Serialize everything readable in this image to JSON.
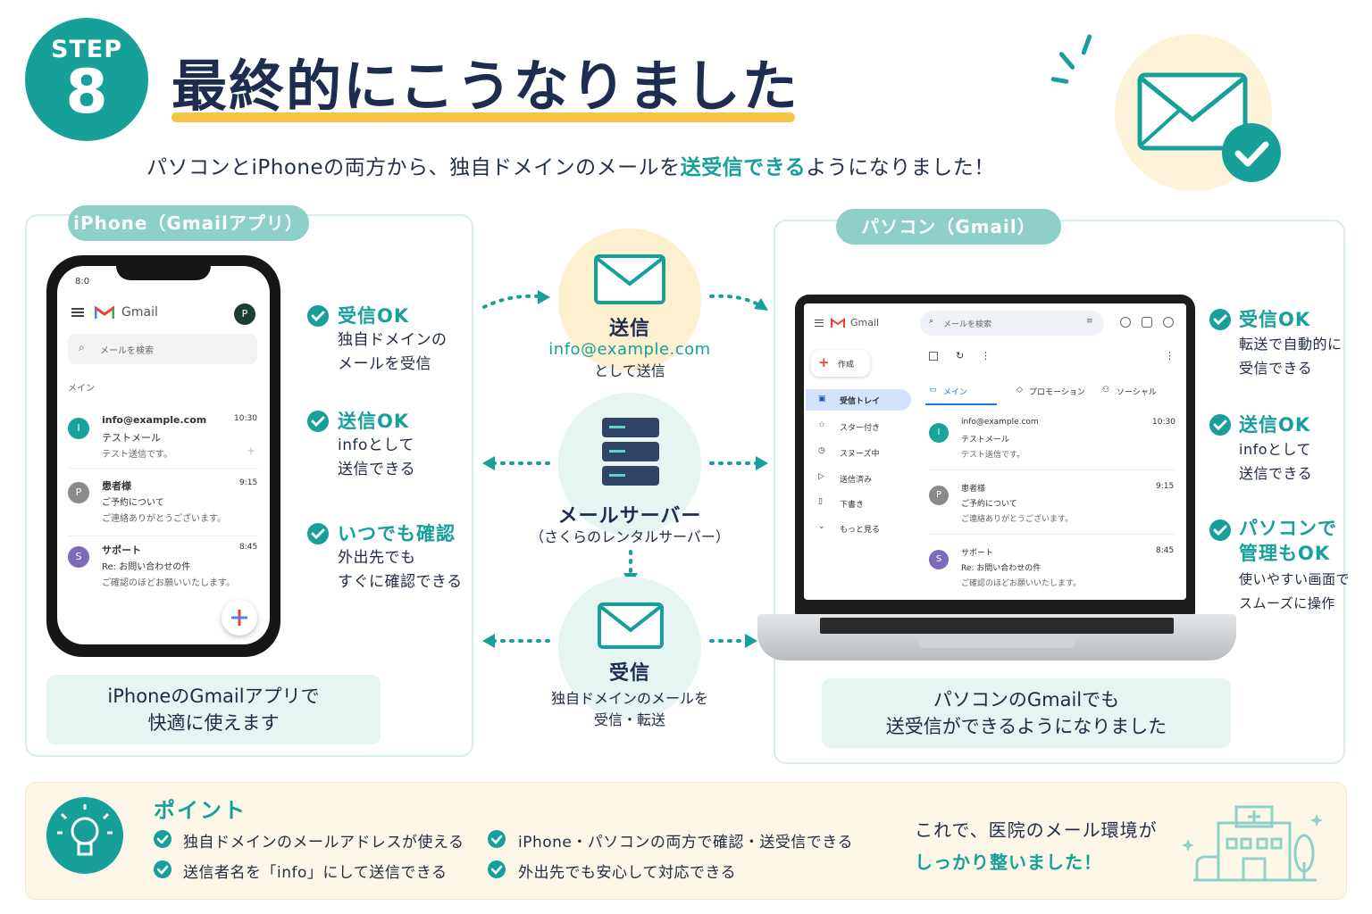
{
  "header": {
    "step_label": "STEP",
    "step_number": "8",
    "title": "最終的にこうなりました",
    "subtitle_before": "パソコンとiPhoneの両方から、独自ドメインのメールを",
    "subtitle_highlight": "送受信できる",
    "subtitle_after": "ようになりました！",
    "icons": [
      "envelope-icon",
      "check-icon"
    ]
  },
  "iphone_panel": {
    "tab": "iPhone（Gmailアプリ）",
    "caption_line1": "iPhoneのGmailアプリで",
    "caption_line2": "快適に使えます",
    "phone": {
      "status_left": "8:0",
      "app_name": "Gmail",
      "avatar": "P",
      "search_placeholder": "メールを検索",
      "section": "メイン",
      "emails": [
        {
          "avatar": "I",
          "sender": "info@example.com",
          "time": "10:30",
          "subject": "テストメール",
          "preview": "テスト送信です。"
        },
        {
          "avatar": "P",
          "sender": "患者様",
          "time": "9:15",
          "subject": "ご予約について",
          "preview": "ご連絡ありがとうございます。"
        },
        {
          "avatar": "S",
          "sender": "サポート",
          "time": "8:45",
          "subject": "Re: お問い合わせの件",
          "preview": "ご確認のほどお願いいたします。"
        }
      ]
    },
    "features": [
      {
        "title": "受信OK",
        "line1": "独自ドメインの",
        "line2": "メールを受信"
      },
      {
        "title": "送信OK",
        "line1": "infoとして",
        "line2": "送信できる"
      },
      {
        "title": "いつでも確認",
        "line1": "外出先でも",
        "line2": "すぐに確認できる"
      }
    ]
  },
  "center": {
    "send_label": "送信",
    "send_email": "info@example.com",
    "send_sub": "として送信",
    "server_label": "メールサーバー",
    "server_sub": "（さくらのレンタルサーバー）",
    "receive_label": "受信",
    "receive_sub1": "独自ドメインのメールを",
    "receive_sub2": "受信・転送"
  },
  "pc_panel": {
    "tab": "パソコン（Gmail）",
    "caption_line1": "パソコンのGmailでも",
    "caption_line2": "送受信ができるようになりました",
    "laptop": {
      "app_name": "Gmail",
      "search_placeholder": "メールを検索",
      "compose": "作成",
      "nav": [
        {
          "label": "受信トレイ",
          "icon": "inbox-icon"
        },
        {
          "label": "スター付き",
          "icon": "star-icon"
        },
        {
          "label": "スヌーズ中",
          "icon": "clock-icon"
        },
        {
          "label": "送信済み",
          "icon": "send-icon"
        },
        {
          "label": "下書き",
          "icon": "draft-icon"
        },
        {
          "label": "もっと見る",
          "icon": "chevron-down-icon"
        }
      ],
      "tabs": [
        "メイン",
        "プロモーション",
        "ソーシャル"
      ],
      "emails": [
        {
          "avatar": "I",
          "sender": "info@example.com",
          "time": "10:30",
          "subject": "テストメール",
          "preview": "テスト送信です。"
        },
        {
          "avatar": "P",
          "sender": "患者様",
          "time": "9:15",
          "subject": "ご予約について",
          "preview": "ご連絡ありがとうございます。"
        },
        {
          "avatar": "S",
          "sender": "サポート",
          "time": "8:45",
          "subject": "Re: お問い合わせの件",
          "preview": "ご確認のほどお願いいたします。"
        }
      ]
    },
    "features": [
      {
        "title": "受信OK",
        "line1": "転送で自動的に",
        "line2": "受信できる"
      },
      {
        "title": "送信OK",
        "line1": "infoとして",
        "line2": "送信できる"
      },
      {
        "title": "パソコンで",
        "title2": "管理もOK",
        "line1": "使いやすい画面で",
        "line2": "スムーズに操作"
      }
    ]
  },
  "points": {
    "title": "ポイント",
    "items": [
      "独自ドメインのメールアドレスが使える",
      "送信者名を「info」にして送信できる",
      "iPhone・パソコンの両方で確認・送受信できる",
      "外出先でも安心して対応できる"
    ],
    "conclusion_line1": "これで、医院のメール環境が",
    "conclusion_line2": "しっかり整いました！"
  },
  "colors": {
    "teal": "#17a09a",
    "navy": "#1e2d4f",
    "yellow": "#f6c544",
    "pale_teal": "#e6f4f2",
    "cream": "#fdf7ea",
    "avatar_i": "#1aa39b",
    "avatar_p": "#8a8a8a",
    "avatar_s": "#7b6bb8"
  }
}
